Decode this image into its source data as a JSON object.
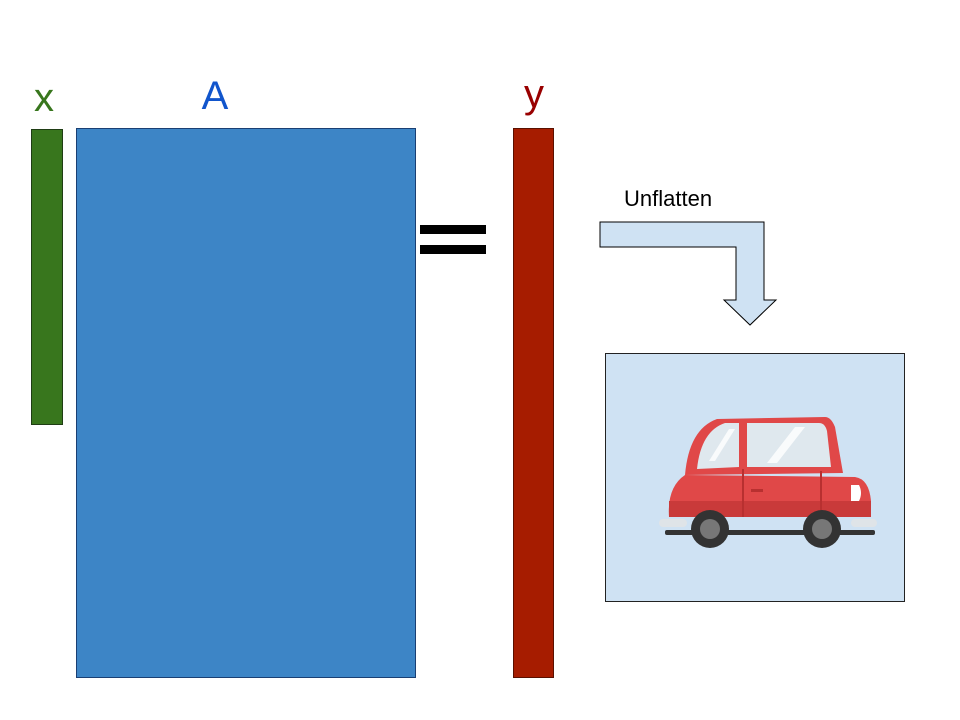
{
  "labels": {
    "x": "x",
    "a": "A",
    "y": "y"
  },
  "arrow_label": "Unflatten",
  "colors": {
    "x": "#38761d",
    "a": "#3d85c6",
    "y": "#a61c00",
    "x_label": "#38761d",
    "a_label": "#1155cc",
    "y_label": "#990000",
    "panel": "#cfe2f3",
    "car_body": "#e04848"
  },
  "icons": {
    "equals": "equals-sign",
    "arrow": "down-arrow-icon",
    "car": "car-icon"
  }
}
